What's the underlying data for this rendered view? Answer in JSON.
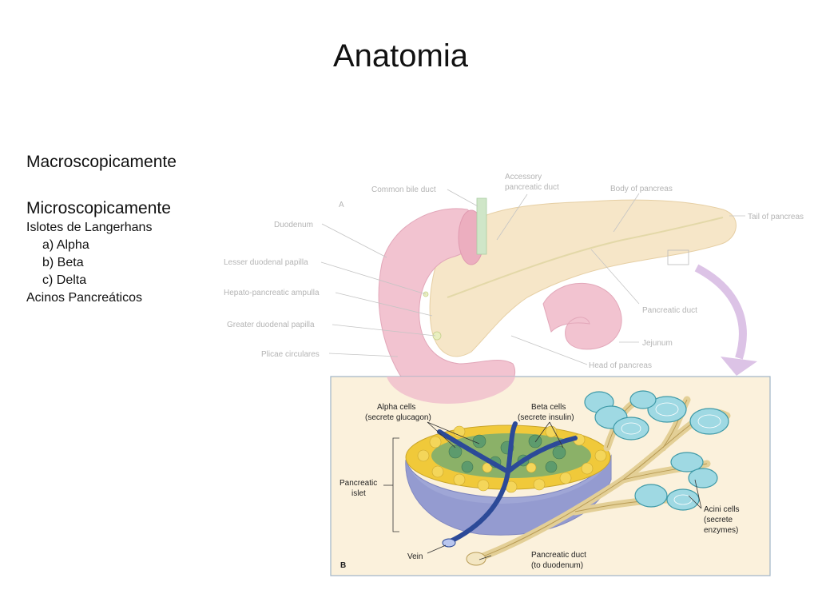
{
  "slide": {
    "title": "Anatomia",
    "macro_heading": "Macroscopicamente",
    "micro_heading": "Microscopicamente",
    "micro_items": [
      "Islotes de Langerhans",
      "a) Alpha",
      "b) Beta",
      "c) Delta",
      "Acinos Pancreáticos"
    ]
  },
  "figure": {
    "panel_a_letter": "A",
    "panel_b_letter": "B",
    "panel_a_labels": {
      "common_bile_duct": "Common bile duct",
      "accessory_duct_1": "Accessory",
      "accessory_duct_2": "pancreatic duct",
      "body": "Body of pancreas",
      "tail": "Tail of pancreas",
      "duodenum": "Duodenum",
      "lesser_papilla": "Lesser duodenal papilla",
      "ampulla": "Hepato-pancreatic ampulla",
      "greater_papilla": "Greater duodenal papilla",
      "plicae": "Plicae circulares",
      "pancreatic_duct": "Pancreatic duct",
      "jejunum": "Jejunum",
      "head": "Head of pancreas"
    },
    "panel_b_labels": {
      "alpha_1": "Alpha cells",
      "alpha_2": "(secrete glucagon)",
      "beta_1": "Beta cells",
      "beta_2": "(secrete insulin)",
      "islet_1": "Pancreatic",
      "islet_2": "islet",
      "acini_1": "Acini cells",
      "acini_2": "(secrete",
      "acini_3": "enzymes)",
      "vein": "Vein",
      "duct_1": "Pancreatic duct",
      "duct_2": "(to duodenum)"
    },
    "colors": {
      "duodenum": "#f2c3d0",
      "pancreas": "#f6e6c8",
      "panel_bg": "#fbf1dc",
      "islet_yellow": "#f0c93a",
      "islet_green": "#6aa878",
      "acini": "#9fd9e3",
      "vein": "#2c4a98",
      "duct": "#ead9a8",
      "arrow": "#dcc3e6"
    }
  }
}
